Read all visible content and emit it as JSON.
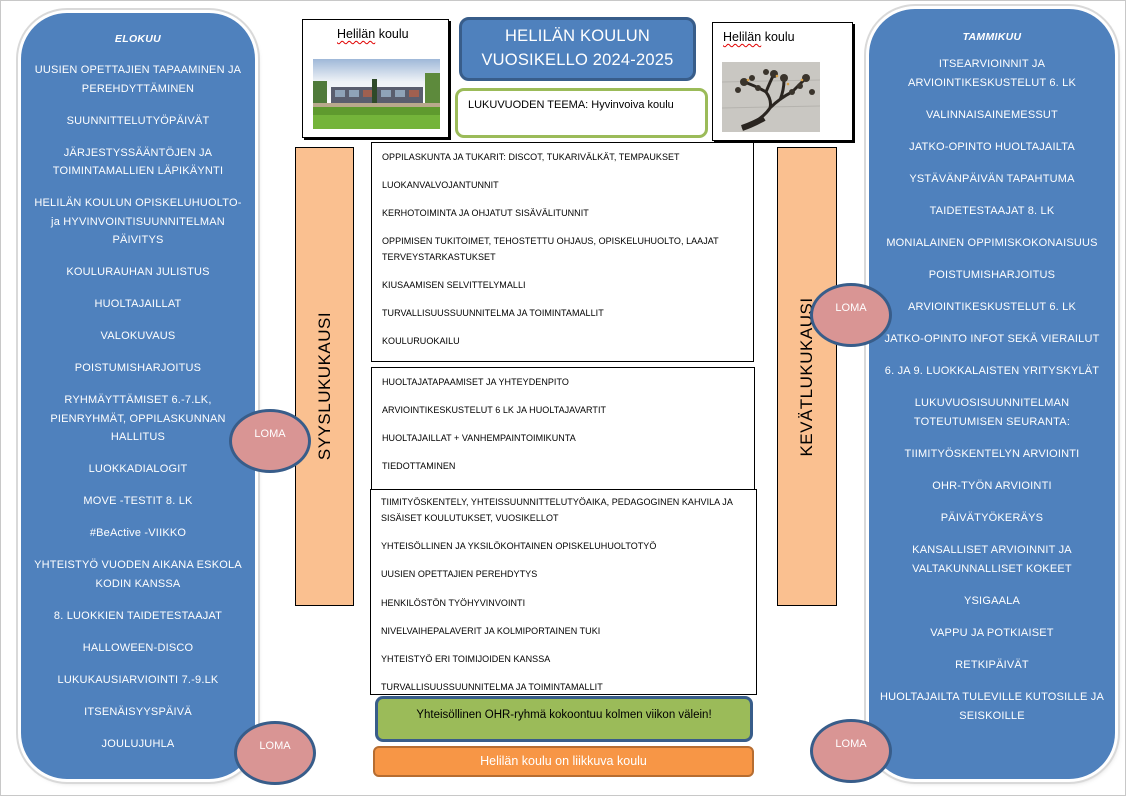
{
  "title": {
    "line1": "HELILÄN KOULUN",
    "line2": "VUOSIKELLO 2024-2025"
  },
  "theme": "LUKUVUODEN TEEMA: Hyvinvoiva koulu",
  "photos": [
    {
      "caption_word": "Helilän",
      "caption_rest": " koulu",
      "image": "school-building-photo"
    },
    {
      "caption_word": "Helilän",
      "caption_rest": " koulu",
      "image": "bonsai-tree-artwork-photo"
    }
  ],
  "autumn": {
    "month": "ELOKUU",
    "items": [
      "UUSIEN OPETTAJIEN TAPAAMINEN JA PEREHDYTTÄMINEN",
      "SUUNNITTELUTYÖPÄIVÄT",
      "JÄRJESTYSSÄÄNTÖJEN JA TOIMINTAMALLIEN LÄPIKÄYNTI",
      "HELILÄN KOULUN OPISKELUHUOLTO- ja HYVINVOINTISUUNNITELMAN PÄIVITYS",
      "KOULURAUHAN JULISTUS",
      "HUOLTAJAILLAT",
      "VALOKUVAUS",
      "POISTUMISHARJOITUS",
      "RYHMÄYTTÄMISET 6.-7.LK, PIENRYHMÄT, OPPILASKUNNAN HALLITUS",
      "LUOKKADIALOGIT",
      "MOVE -TESTIT 8. LK",
      "#BeActive -VIIKKO",
      "YHTEISTYÖ VUODEN AIKANA ESKOLA KODIN KANSSA",
      "8. LUOKKIEN TAIDETESTAAJAT",
      "HALLOWEEN-DISCO",
      "LUKUKAUSIARVIOINTI 7.-9.LK",
      "ITSENÄISYYSPÄIVÄ",
      "JOULUJUHLA"
    ]
  },
  "spring": {
    "month": "TAMMIKUU",
    "items": [
      "ITSEARVIOINNIT JA ARVIOINTIKESKUSTELUT 6. LK",
      "VALINNAISAINEMESSUT",
      "JATKO-OPINTO HUOLTAJAILTA",
      "YSTÄVÄNPÄIVÄN TAPAHTUMA",
      "TAIDETESTAAJAT 8. LK",
      "MONIALAINEN OPPIMISKOKONAISUUS",
      "POISTUMISHARJOITUS",
      "ARVIOINTIKESKUSTELUT 6. LK",
      "JATKO-OPINTO INFOT SEKÄ VIERAILUT",
      "6. JA 9. LUOKKALAISTEN YRITYSKYLÄT",
      "LUKUVUOSISUUNNITELMAN TOTEUTUMISEN SEURANTA:",
      "TIIMITYÖSKENTELYN ARVIOINTI",
      "OHR-TYÖN ARVIOINTI",
      "PÄIVÄTYÖKERÄYS",
      "KANSALLISET ARVIOINNIT JA VALTAKUNNALLISET KOKEET",
      "YSIGAALA",
      "VAPPU JA POTKIAISET",
      "RETKIPÄIVÄT",
      "HUOLTAJAILTA TULEVILLE KUTOSILLE JA SEISKOILLE"
    ]
  },
  "semesters": {
    "autumn_label": "SYYSLUKUKAUSI",
    "spring_label": "KEVÄTLUKUKAUSI"
  },
  "loma_label": "LOMA",
  "boxes": {
    "students": [
      "OPPILASKUNTA JA TUKARIT: DISCOT, TUKARIVÄLKÄT, TEMPAUKSET",
      "LUOKANVALVOJANTUNNIT",
      "KERHOTOIMINTA JA OHJATUT SISÄVÄLITUNNIT",
      "OPPIMISEN TUKITOIMET, TEHOSTETTU OHJAUS, OPISKELUHUOLTO, LAAJAT TERVEYSTARKASTUKSET",
      "KIUSAAMISEN SELVITTELYMALLI",
      "TURVALLISUUSSUUNNITELMA JA TOIMINTAMALLIT",
      "KOULURUOKAILU"
    ],
    "guardians": [
      "HUOLTAJATAPAAMISET JA YHTEYDENPITO",
      "ARVIOINTIKESKUSTELUT 6 LK JA HUOLTAJAVARTIT",
      "HUOLTAJAILLAT + VANHEMPAINTOIMIKUNTA",
      "TIEDOTTAMINEN"
    ],
    "staff": [
      "TIIMITYÖSKENTELY, YHTEISSUUNNITTELUTYÖAIKA, PEDAGOGINEN KAHVILA JA SISÄISET KOULUTUKSET, VUOSIKELLOT",
      "YHTEISÖLLINEN JA YKSILÖKOHTAINEN OPISKELUHUOLTOTYÖ",
      "UUSIEN OPETTAJIEN PEREHDYTYS",
      "HENKILÖSTÖN TYÖHYVINVOINTI",
      "NIVELVAIHEPALAVERIT JA KOLMIPORTAINEN TUKI",
      "YHTEISTYÖ ERI TOIMIJOIDEN KANSSA",
      "TURVALLISUUSSUUNNITELMA JA TOIMINTAMALLIT"
    ]
  },
  "banners": {
    "ohr": "Yhteisöllinen OHR-ryhmä kokoontuu kolmen viikon välein!",
    "liikkuva": "Helilän koulu on liikkuva koulu"
  },
  "colors": {
    "panel_blue": "#4f81bd",
    "panel_border": "#385d8a",
    "semester_peach": "#fac090",
    "loma_pink": "#d99594",
    "theme_green": "#9bbb59",
    "banner_orange": "#f79646"
  }
}
